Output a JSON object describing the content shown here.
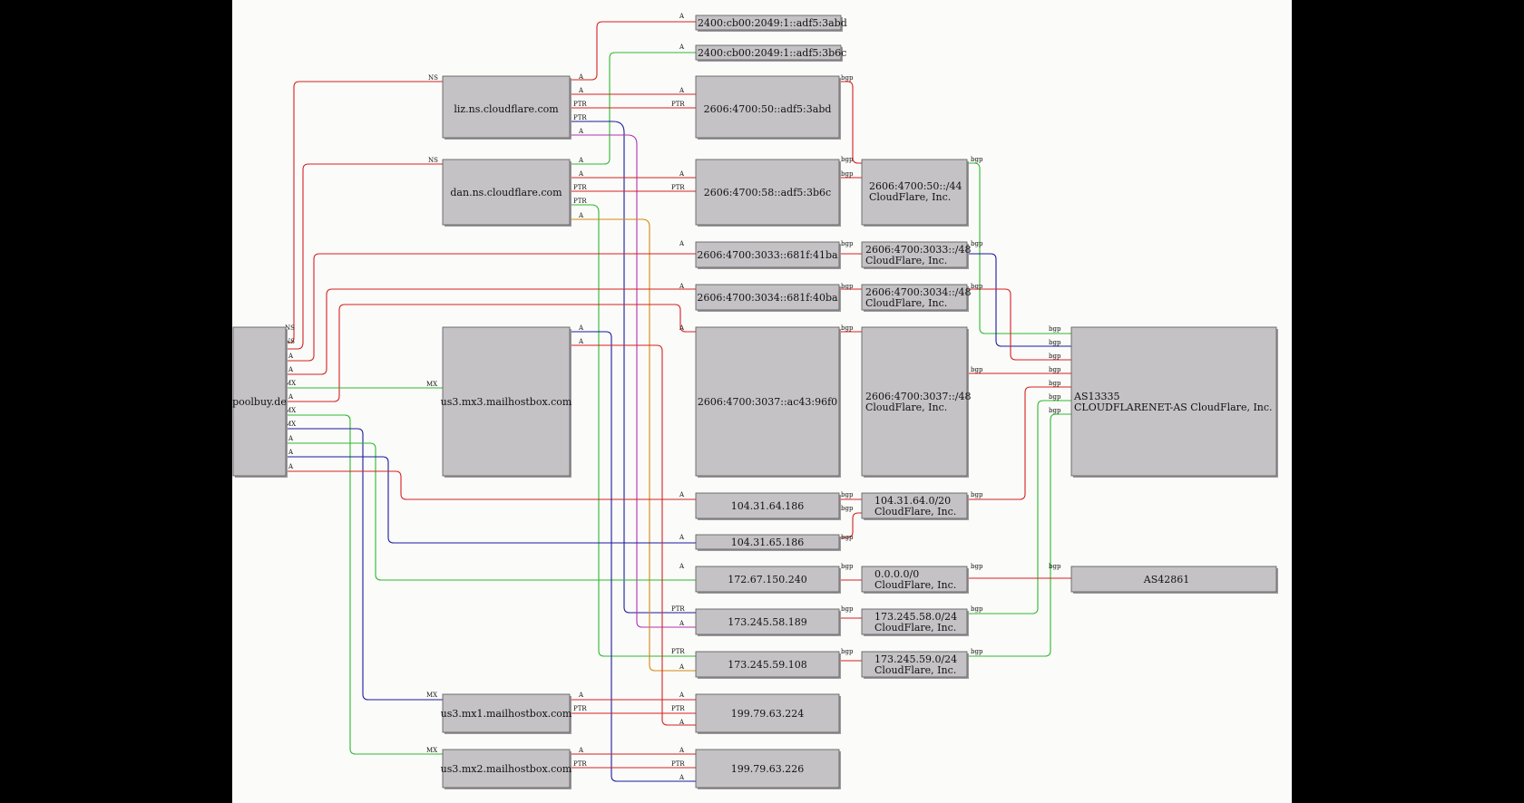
{
  "colors": {
    "A": "#d42020",
    "AAAA_ns": "#d42020",
    "NS": "#d42020",
    "MX": "#2fb82f",
    "PTR": "#d42020",
    "bgp": "#d42020",
    "green": "#2fb82f",
    "blue": "#1a1aa0",
    "magenta": "#b030b0",
    "orange": "#d08a10",
    "background": "#fbfbf9",
    "node": "#c4c2c5"
  },
  "nodes": {
    "ip6_abd_glue": "2400:cb00:2049:1::adf5:3abd",
    "ip6_b6c_glue": "2400:cb00:2049:1::adf5:3b6c",
    "liz": "liz.ns.cloudflare.com",
    "dan": "dan.ns.cloudflare.com",
    "ip6_50": "2606:4700:50::adf5:3abd",
    "ip6_58": "2606:4700:58::adf5:3b6c",
    "net_50": [
      "2606:4700:50::/44",
      "CloudFlare, Inc."
    ],
    "ip6_3033": "2606:4700:3033::681f:41ba",
    "net_3033": [
      "2606:4700:3033::/48",
      "CloudFlare, Inc."
    ],
    "ip6_3034": "2606:4700:3034::681f:40ba",
    "net_3034": [
      "2606:4700:3034::/48",
      "CloudFlare, Inc."
    ],
    "poolbuy": "poolbuy.de",
    "mx3": "us3.mx3.mailhostbox.com",
    "ip6_3037": "2606:4700:3037::ac43:96f0",
    "net_3037": [
      "2606:4700:3037::/48",
      "CloudFlare, Inc."
    ],
    "as13335": [
      "AS13335",
      "CLOUDFLARENET-AS CloudFlare, Inc."
    ],
    "ip4_186": "104.31.64.186",
    "net_104": [
      "104.31.64.0/20",
      "CloudFlare, Inc."
    ],
    "ip4_65": "104.31.65.186",
    "ip4_172": "172.67.150.240",
    "net_0": [
      "0.0.0.0/0",
      "CloudFlare, Inc."
    ],
    "as42861": "AS42861",
    "ip4_58": "173.245.58.189",
    "net_58": [
      "173.245.58.0/24",
      "CloudFlare, Inc."
    ],
    "ip4_59": "173.245.59.108",
    "net_59": [
      "173.245.59.0/24",
      "CloudFlare, Inc."
    ],
    "mx1": "us3.mx1.mailhostbox.com",
    "ip4_224": "199.79.63.224",
    "mx2": "us3.mx2.mailhostbox.com",
    "ip4_226": "199.79.63.226"
  },
  "edge_labels": {
    "A": "A",
    "NS": "NS",
    "MX": "MX",
    "PTR": "PTR",
    "bgp": "bgp"
  }
}
